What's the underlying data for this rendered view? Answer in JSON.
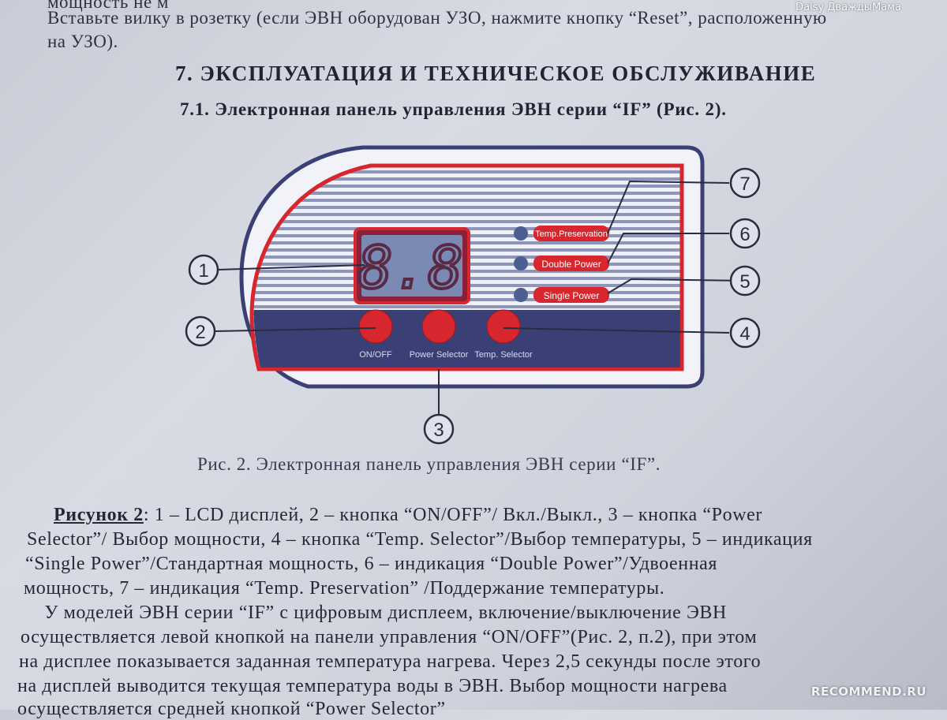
{
  "watermark": "Daisy ДваждыМама",
  "intro": {
    "line0": "мощность не м",
    "line1": "Вставьте вилку в розетку (если ЭВН оборудован УЗО, нажмите кнопку “Reset”, расположенную",
    "line2": "на УЗО)."
  },
  "section_title": "7. ЭКСПЛУАТАЦИЯ И ТЕХНИЧЕСКОЕ ОБСЛУЖИВАНИЕ",
  "subsection_title": "7.1. Электронная панель управления  ЭВН серии “IF” (Рис. 2).",
  "panel": {
    "display_text": "8.8",
    "indicators": [
      "Temp.Preservation",
      "Double Power",
      "Single Power"
    ],
    "buttons": [
      "ON/OFF",
      "Power Selector",
      "Temp. Selector"
    ],
    "callouts": [
      "1",
      "2",
      "3",
      "4",
      "5",
      "6",
      "7"
    ],
    "colors": {
      "red": "#d8262f",
      "navy": "#3a4075",
      "stripe": "#8f95b8",
      "led": "#4b5f93"
    }
  },
  "figure_caption": "Рис. 2. Электронная панель управления ЭВН серии “IF”.",
  "legend": {
    "label": "Рисунок 2",
    "line1": ": 1 – LCD дисплей, 2 – кнопка “ON/OFF”/ Вкл./Выкл., 3 – кнопка “Power",
    "line2": "Selector”/ Выбор мощности, 4 – кнопка  “Temp. Selector”/Выбор температуры, 5 – индикация",
    "line3": "“Single Power”/Стандартная мощность, 6 – индикация “Double Power”/Удвоенная",
    "line4": "мощность, 7 – индикация “Temp. Preservation” /Поддержание температуры."
  },
  "body": {
    "line1": "    У моделей ЭВН серии “IF” с цифровым дисплеем, включение/выключение ЭВН",
    "line2": "осуществляется левой кнопкой на панели управления “ON/OFF”(Рис. 2, п.2), при этом",
    "line3": "на дисплее показывается заданная температура нагрева. Через 2,5 секунды после этого",
    "line4": "на дисплей выводится текущая температура воды в ЭВН. Выбор мощности нагрева",
    "line5": "осуществляется средней кнопкой “Power Selector”"
  },
  "site": "RECOMMEND.RU"
}
